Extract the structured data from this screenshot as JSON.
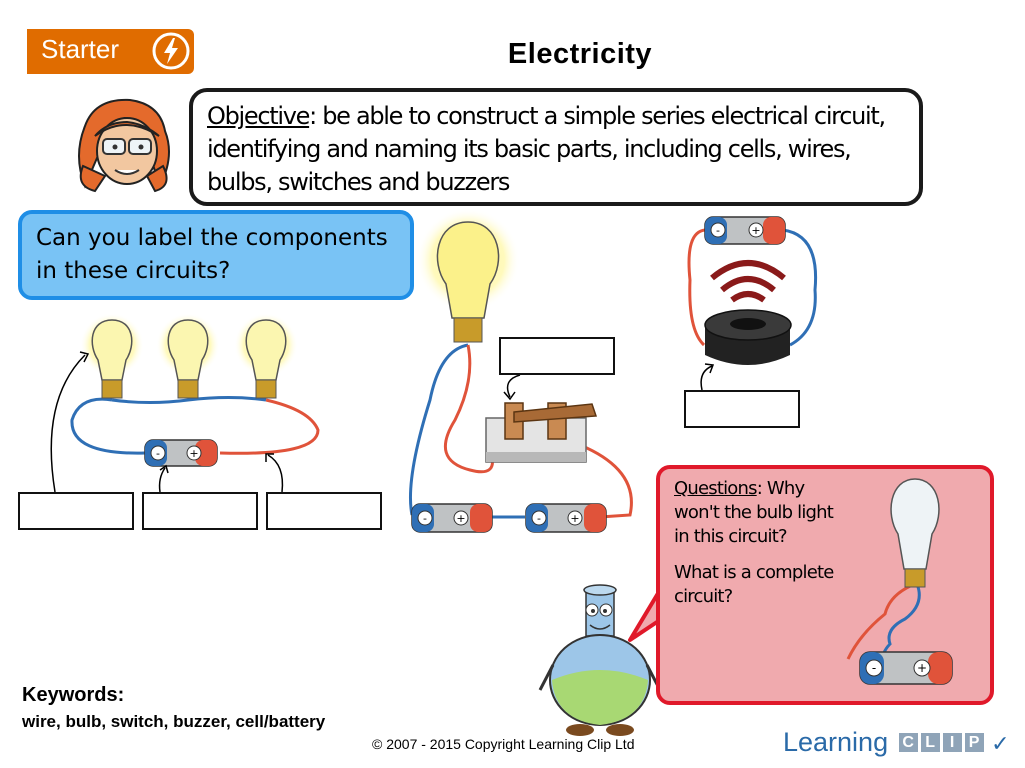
{
  "header": {
    "badge_label": "Starter",
    "title": "Electricity"
  },
  "objective": {
    "heading": "Objective",
    "text": ": be able to construct a simple series electrical circuit, identifying and naming its basic parts, including cells, wires, bulbs, switches and buzzers"
  },
  "prompt": {
    "text": "Can you label the components in these circuits?"
  },
  "questions": {
    "heading": "Questions",
    "q1_rest": ": Why won't the bulb light in this circuit?",
    "q2": "What is a complete circuit?"
  },
  "cell": {
    "minus": "-",
    "plus": "+"
  },
  "keywords": {
    "title": "Keywords:",
    "list": "wire, bulb, switch, buzzer, cell/battery"
  },
  "footer": {
    "copyright": "© 2007 - 2015 Copyright Learning Clip Ltd",
    "brand_word": "Learning",
    "brand_letters": [
      "C",
      "L",
      "I",
      "P"
    ],
    "brand_check": "✓"
  },
  "colors": {
    "badge": "#e06c00",
    "prompt_fill": "#79c3f5",
    "prompt_border": "#1f8ee6",
    "question_fill": "#f0aaae",
    "question_border": "#e0192a",
    "wire_blue": "#2f6fb5",
    "wire_red": "#e0533a"
  },
  "icons": {
    "badge_icon": "lightning-icon"
  }
}
